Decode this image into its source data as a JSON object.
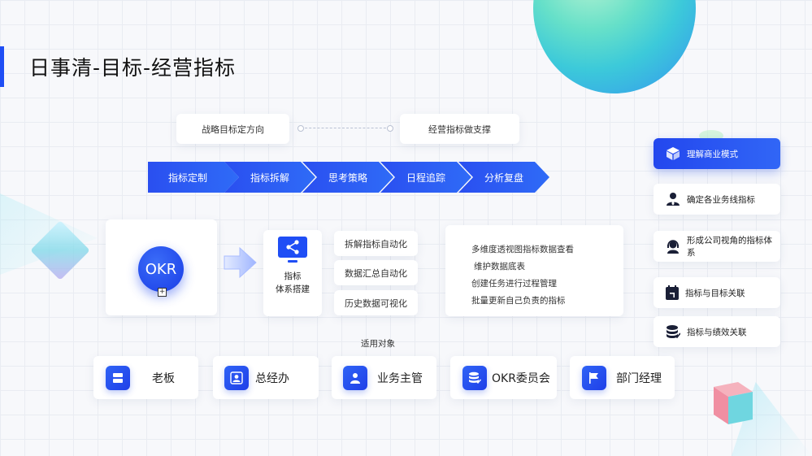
{
  "title": "日事清-目标-经营指标",
  "top_chips": {
    "left": "战略目标定方向",
    "right": "经营指标做支撑"
  },
  "flow_steps": [
    "指标定制",
    "指标拆解",
    "思考策略",
    "日程追踪",
    "分析复盘"
  ],
  "okr": {
    "label": "OKR"
  },
  "build_card": {
    "line1": "指标",
    "line2": "体系搭建",
    "icon": "share-network-icon"
  },
  "automation_chips": [
    "拆解指标自动化",
    "数据汇总自动化",
    "历史数据可视化"
  ],
  "feature_list": [
    "多维度透视图指标数据查看",
    "维护数据底表",
    "创建任务进行过程管理",
    "批量更新自己负责的指标"
  ],
  "audience": {
    "title": "适用对象",
    "items": [
      {
        "label": "老板",
        "icon": "card-icon"
      },
      {
        "label": "总经办",
        "icon": "user-icon"
      },
      {
        "label": "业务主管",
        "icon": "person-icon"
      },
      {
        "label": "OKR委员会",
        "icon": "database-icon"
      },
      {
        "label": "部门经理",
        "icon": "flag-icon"
      }
    ]
  },
  "right_panel": [
    {
      "label": "理解商业模式",
      "icon": "cube-icon",
      "active": true
    },
    {
      "label": "确定各业务线指标",
      "icon": "manager-icon",
      "active": false
    },
    {
      "label": "形成公司视角的指标体系",
      "icon": "headset-icon",
      "active": false
    },
    {
      "label": "指标与目标关联",
      "icon": "calendar-icon",
      "active": false
    },
    {
      "label": "指标与绩效关联",
      "icon": "coins-icon",
      "active": false
    }
  ],
  "colors": {
    "accent": "#1f4ef5",
    "card": "#ffffff",
    "background": "#f7f8fb"
  }
}
